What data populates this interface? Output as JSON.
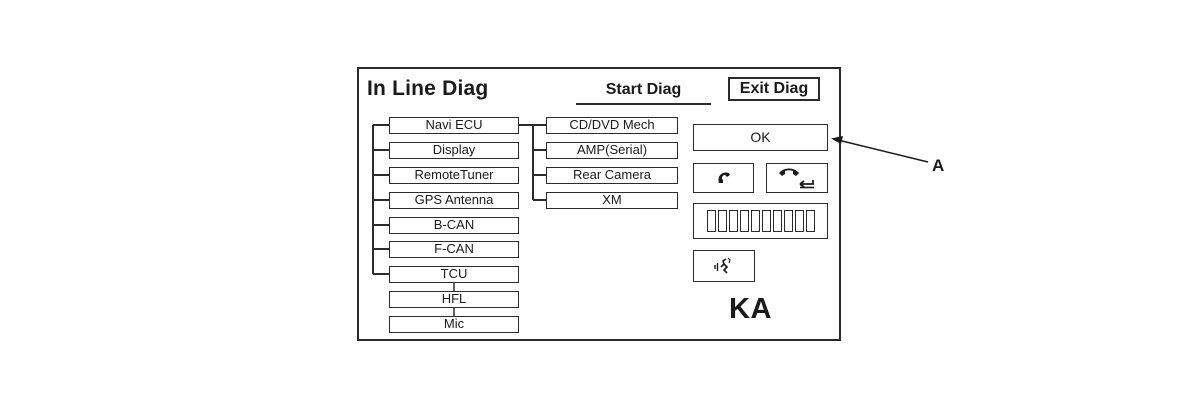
{
  "screen": {
    "title": "In Line Diag",
    "start_diag_label": "Start Diag",
    "exit_diag_label": "Exit Diag"
  },
  "tree": {
    "column1": [
      "Navi ECU",
      "Display",
      "RemoteTuner",
      "GPS Antenna",
      "B-CAN",
      "F-CAN",
      "TCU",
      "HFL",
      "Mic"
    ],
    "column2": [
      "CD/DVD Mech",
      "AMP(Serial)",
      "Rear Camera",
      "XM"
    ]
  },
  "controls": {
    "ok_label": "OK",
    "call_icon": "phone-pickup-icon",
    "hangup_icon": "phone-hangup-back-icon",
    "voice_icon": "voice-command-icon",
    "signal_segments": 10,
    "region_code": "KA"
  },
  "callout": {
    "label": "A",
    "target": "ok-button"
  }
}
